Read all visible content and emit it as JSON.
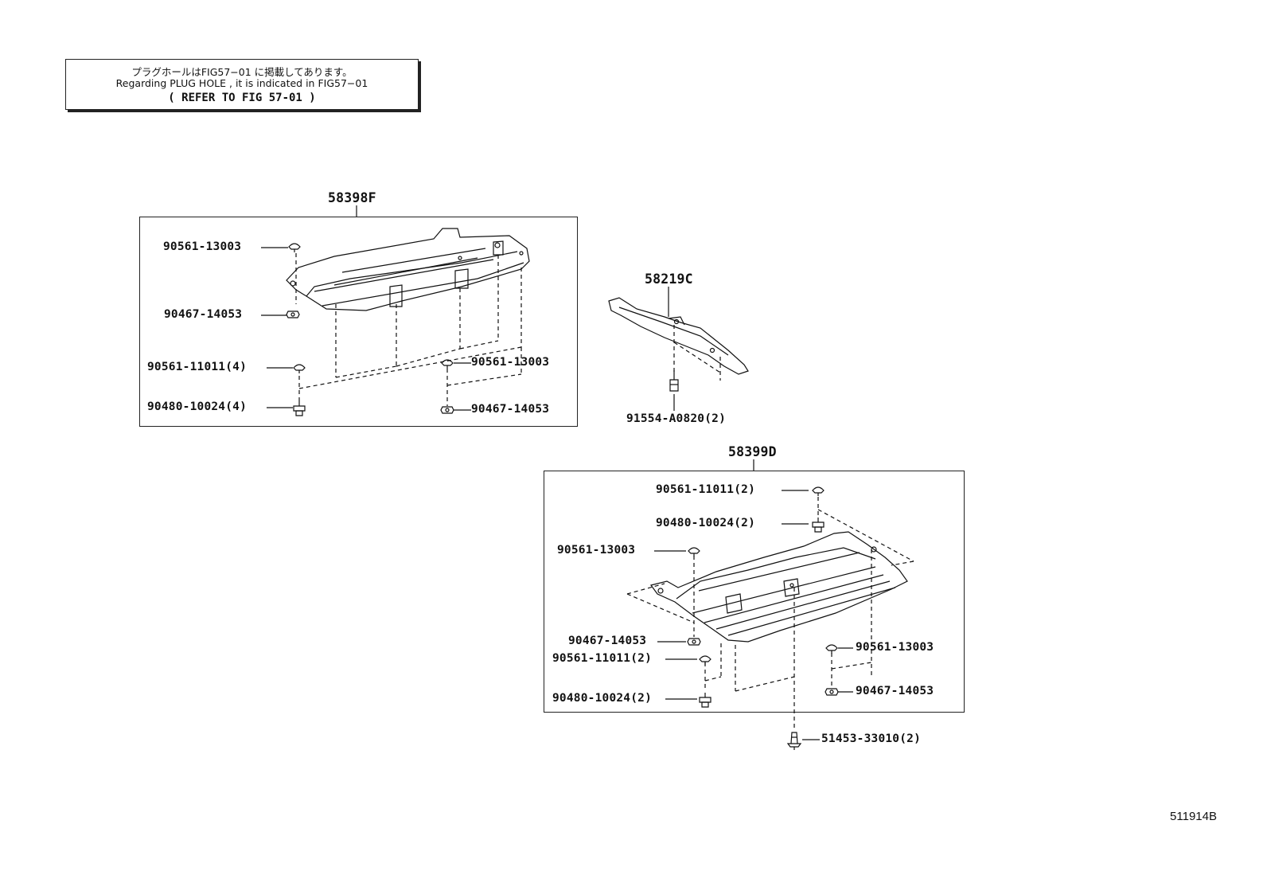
{
  "note": {
    "line1": "プラグホールはFIG57−01 に掲載してあります。",
    "line2": "Regarding  PLUG  HOLE  ,  it  is  indicated  in  FIG57−01",
    "line3": "(  REFER  TO  FIG  57-01 )"
  },
  "assemblies": {
    "left": {
      "header": "58398F",
      "parts": {
        "p1": "90561-13003",
        "p2": "90467-14053",
        "p3": "90561-11011(4)",
        "p4": "90480-10024(4)",
        "p5": "90561-13003",
        "p6": "90467-14053"
      }
    },
    "center": {
      "header": "58219C",
      "parts": {
        "p1": "91554-A0820(2)"
      }
    },
    "right": {
      "header": "58399D",
      "parts": {
        "p1": "90561-11011(2)",
        "p2": "90480-10024(2)",
        "p3": "90561-13003",
        "p4": "90467-14053",
        "p5": "90561-11011(2)",
        "p6": "90480-10024(2)",
        "p7": "90561-13003",
        "p8": "90467-14053",
        "p9": "51453-33010(2)"
      }
    }
  },
  "catalog_number": "511914B",
  "colors": {
    "ink": "#111111",
    "background": "#ffffff"
  }
}
